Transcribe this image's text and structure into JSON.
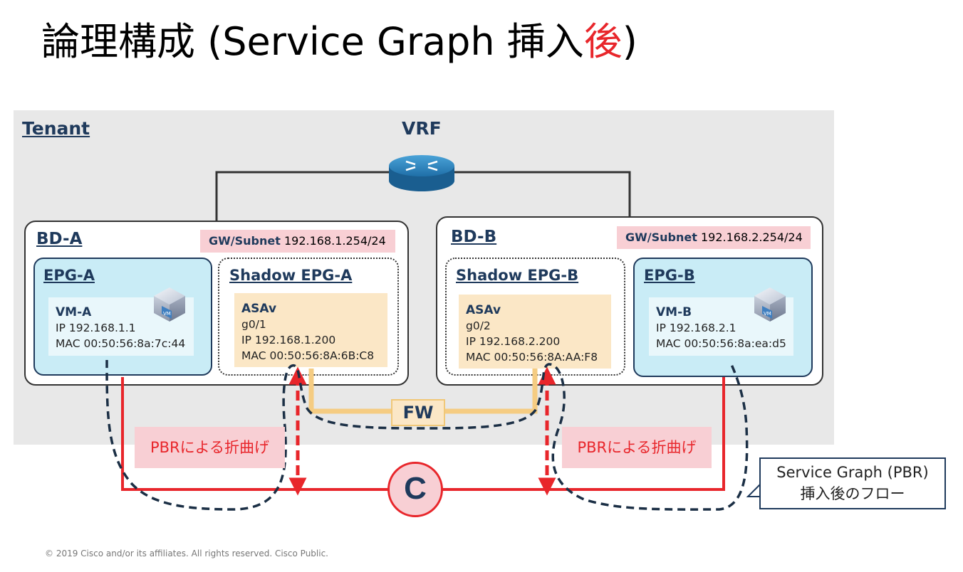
{
  "title": {
    "main": "論理構成 (Service Graph 挿入",
    "highlight": "後",
    "end": ")"
  },
  "tenant": {
    "label": "Tenant"
  },
  "vrf": {
    "label": "VRF"
  },
  "bd_a": {
    "label": "BD-A",
    "gw_label": "GW/Subnet",
    "gw_value": "192.168.1.254/24",
    "epg": {
      "label": "EPG-A",
      "vm_name": "VM-A",
      "ip": "IP 192.168.1.1",
      "mac": "MAC 00:50:56:8a:7c:44",
      "icon_text": "VM"
    },
    "shadow": {
      "label": "Shadow EPG-A",
      "device": "ASAv",
      "port": "g0/1",
      "ip": "IP 192.168.1.200",
      "mac": "MAC 00:50:56:8A:6B:C8"
    }
  },
  "bd_b": {
    "label": "BD-B",
    "gw_label": "GW/Subnet",
    "gw_value": "192.168.2.254/24",
    "epg": {
      "label": "EPG-B",
      "vm_name": "VM-B",
      "ip": "IP 192.168.2.1",
      "mac": "MAC 00:50:56:8a:ea:d5",
      "icon_text": "VM"
    },
    "shadow": {
      "label": "Shadow EPG-B",
      "device": "ASAv",
      "port": "g0/2",
      "ip": "IP 192.168.2.200",
      "mac": "MAC 00:50:56:8A:AA:F8"
    }
  },
  "fw": {
    "label": "FW"
  },
  "pbr_left": {
    "label": "PBRによる折曲げ"
  },
  "pbr_right": {
    "label": "PBRによる折曲げ"
  },
  "contract": {
    "label": "C"
  },
  "callout": {
    "line1": "Service Graph (PBR)",
    "line2": "挿入後のフロー"
  },
  "footer": {
    "text": "© 2019  Cisco and/or its affiliates. All rights reserved.   Cisco Public."
  },
  "colors": {
    "accent_red": "#e8262b",
    "navy": "#1f3a5c",
    "epg_fill": "#c9ecf6",
    "pink": "#f8cfd4",
    "asa_fill": "#fbe7c6"
  }
}
